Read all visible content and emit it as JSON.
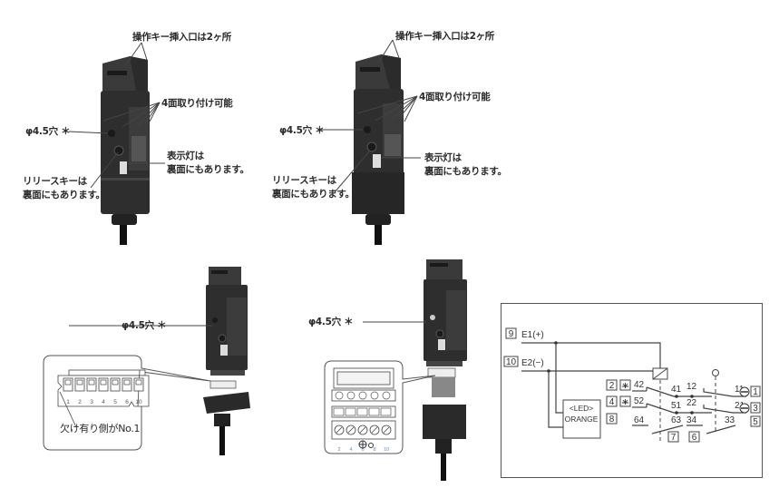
{
  "figures": [
    {
      "id": "top-left",
      "labels": {
        "key_insertion": "操作キー挿入口は2ヶ所",
        "four_face_mount": "4面取り付け可能",
        "hole": "φ4.5穴 ＊",
        "indicator_line1": "表示灯は",
        "indicator_line2": "裏面にもあります。",
        "release_key_line1": "リリースキーは",
        "release_key_line2": "裏面にもあります。"
      }
    },
    {
      "id": "top-right",
      "labels": {
        "key_insertion": "操作キー挿入口は2ヶ所",
        "four_face_mount": "4面取り付け可能",
        "hole": "φ4.5穴 ＊",
        "indicator_line1": "表示灯は",
        "indicator_line2": "裏面にもあります。",
        "release_key_line1": "リリースキーは",
        "release_key_line2": "裏面にもあります。"
      }
    },
    {
      "id": "bottom-left",
      "labels": {
        "hole": "φ4.5穴 ＊",
        "connector_note": "欠け有り側がNo.1"
      },
      "connector_pins": [
        "1",
        "2",
        "3",
        "4",
        "5",
        "6",
        "10"
      ]
    },
    {
      "id": "bottom-middle",
      "labels": {
        "hole": "φ4.5穴 ＊"
      },
      "terminal_pins": [
        "2",
        "4",
        "6",
        "8",
        "10"
      ]
    }
  ],
  "circuit": {
    "inputs": [
      {
        "terminal": "9",
        "label": "E1(+)"
      },
      {
        "terminal": "10",
        "label": "E2(−)"
      }
    ],
    "led_label_line1": "<LED>",
    "led_label_line2": "ORANGE",
    "left_terminals": [
      "2",
      "4",
      "8"
    ],
    "right_terminals": [
      "1",
      "3",
      "5"
    ],
    "bottom_terminals": [
      "7",
      "6"
    ],
    "contacts": {
      "row1": [
        "42",
        "41",
        "12",
        "11"
      ],
      "row2": [
        "52",
        "51",
        "22",
        "21"
      ],
      "row3": [
        "64",
        "63",
        "34",
        "33"
      ]
    }
  }
}
